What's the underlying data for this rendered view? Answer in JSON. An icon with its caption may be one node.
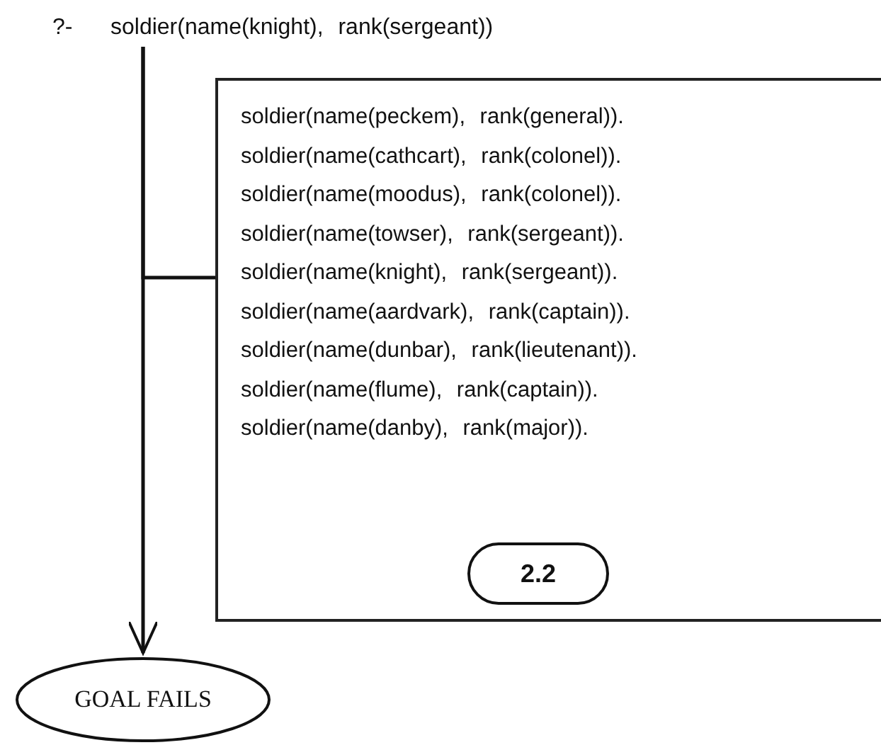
{
  "diagram": {
    "nodes": [
      {
        "text": [
          "soldier(name(knight), rank(sergeant))"
        ],
        "beside": [
          "?-"
        ]
      },
      {
        "text": [
          "soldier(name(peckem), rank(general)).",
          "soldier(name(cathcart), rank(colonel)).",
          "soldier(name(moodus), rank(colonel)).",
          "soldier(name(towser), rank(sergeant)).",
          "soldier(name(knight), rank(sergeant)).",
          "soldier(name(aardvark), rank(captain)).",
          "soldier(name(dunbar), rank(lieutenant)).",
          "soldier(name(flume), rank(captain)).",
          "soldier(name(danby), rank(major))."
        ]
      },
      {
        "text": [
          "2.2"
        ],
        "in": 1
      },
      {
        "text": [
          "GOAL FAILS"
        ]
      }
    ],
    "edges": [
      {
        "from": 0,
        "to": 1,
        "arrow": "none"
      },
      {
        "from": 0,
        "to": 3,
        "arrow": "to"
      }
    ]
  }
}
